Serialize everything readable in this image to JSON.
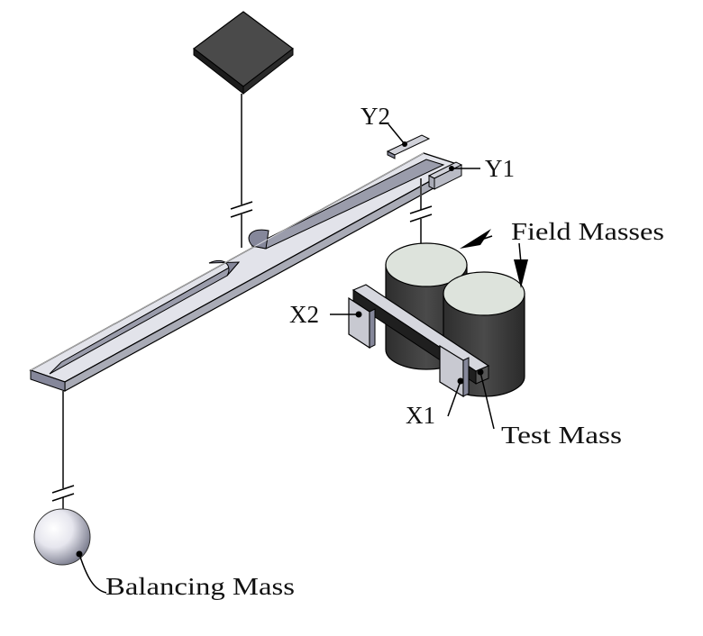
{
  "labels": {
    "y2": "Y2",
    "y1": "Y1",
    "field_masses": "Field Masses",
    "x2": "X2",
    "x1": "X1",
    "test_mass": "Test Mass",
    "balancing_mass": "Balancing Mass"
  },
  "colors": {
    "beam_top": "#e2e3ea",
    "beam_side": "#a9abb6",
    "beam_dark": "#85879a",
    "plate_top": "#4a4a4a",
    "plate_side": "#1c1c1c",
    "cylinder_top": "#dde3dc",
    "cylinder_body": "#3b3b3b",
    "test_mass_bar": "#d6d7de",
    "wire": "#444444",
    "line": "#000000"
  }
}
